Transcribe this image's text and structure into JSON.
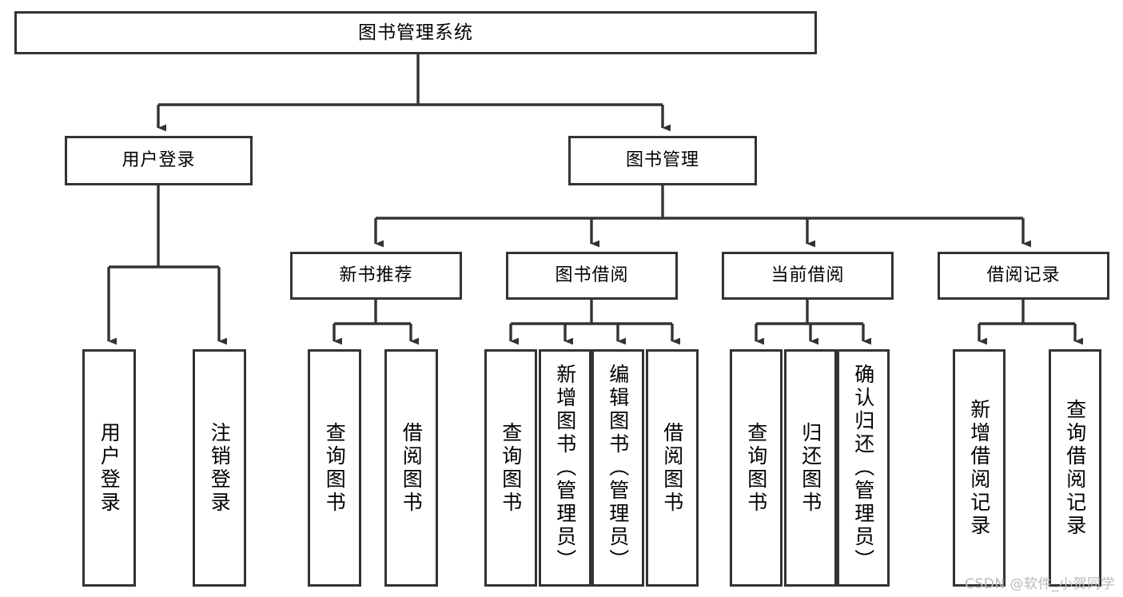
{
  "diagram": {
    "title": "图书管理系统",
    "type": "tree-hierarchy",
    "root": {
      "label": "图书管理系统"
    },
    "level2": [
      {
        "label": "用户登录"
      },
      {
        "label": "图书管理"
      }
    ],
    "level3": [
      {
        "label": "新书推荐"
      },
      {
        "label": "图书借阅"
      },
      {
        "label": "当前借阅"
      },
      {
        "label": "借阅记录"
      }
    ],
    "leaves_user_login": [
      {
        "label": "用户登录"
      },
      {
        "label": "注销登录"
      }
    ],
    "leaves_new_book": [
      {
        "label": "查询图书"
      },
      {
        "label": "借阅图书"
      }
    ],
    "leaves_borrow": [
      {
        "label": "查询图书"
      },
      {
        "label": "新增图书（管理员）"
      },
      {
        "label": "编辑图书（管理员）"
      },
      {
        "label": "借阅图书"
      }
    ],
    "leaves_current": [
      {
        "label": "查询图书"
      },
      {
        "label": "归还图书"
      },
      {
        "label": "确认归还（管理员）"
      }
    ],
    "leaves_records": [
      {
        "label": "新增借阅记录"
      },
      {
        "label": "查询借阅记录"
      }
    ]
  },
  "watermark": {
    "text": "CSDN @软件_小贺同学"
  },
  "colors": {
    "box_border": "#333333",
    "box_fill": "#ffffff",
    "wire": "#333333",
    "text": "#000000",
    "watermark": "#b9b9b9"
  }
}
